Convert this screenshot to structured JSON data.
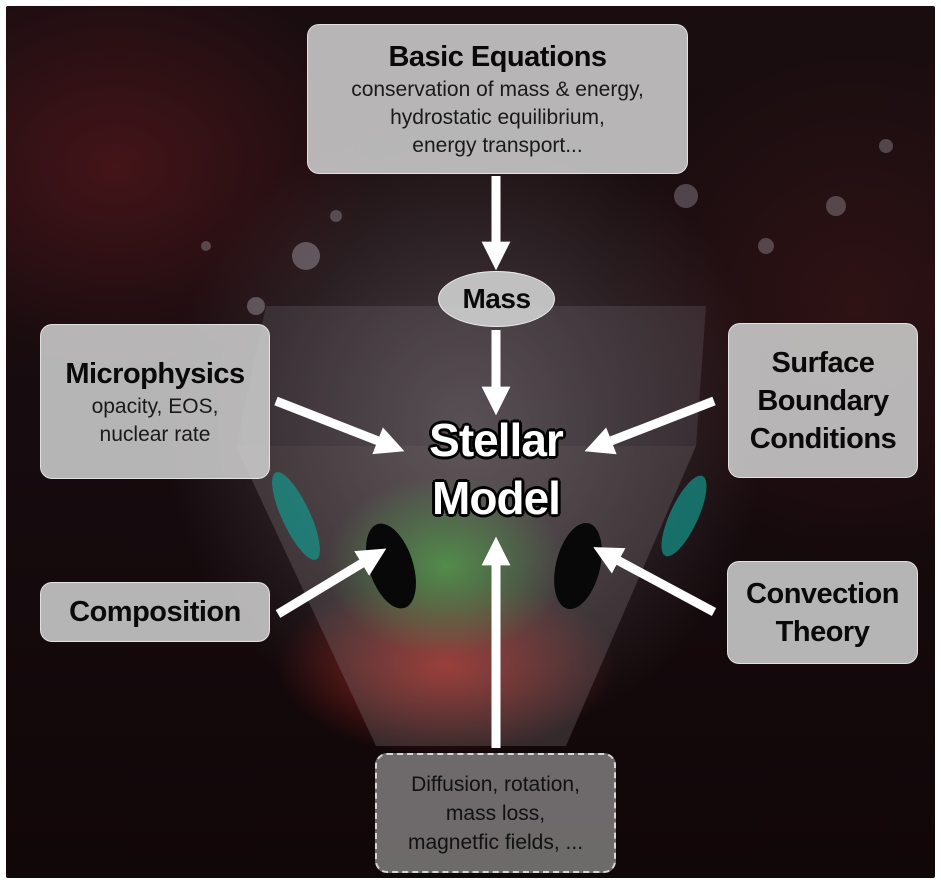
{
  "diagram": {
    "center": {
      "line1": "Stellar",
      "line2": "Model"
    },
    "mass": {
      "label": "Mass"
    },
    "basic_equations": {
      "title": "Basic Equations",
      "lines": [
        "conservation of mass & energy,",
        "hydrostatic equilibrium,",
        "energy transport..."
      ]
    },
    "microphysics": {
      "title": "Microphysics",
      "lines": [
        "opacity, EOS,",
        "nuclear rate"
      ]
    },
    "composition": {
      "title": "Composition"
    },
    "surface_boundary": {
      "lines": [
        "Surface",
        "Boundary",
        "Conditions"
      ]
    },
    "convection": {
      "lines": [
        "Convection",
        "Theory"
      ]
    },
    "extra_physics": {
      "lines": [
        "Diffusion, rotation,",
        "mass loss,",
        "magnetfic fields, ..."
      ]
    }
  },
  "colors": {
    "arrow": "#ffffff",
    "box_fill": "#cdcdcd",
    "background": "#160b0e"
  }
}
